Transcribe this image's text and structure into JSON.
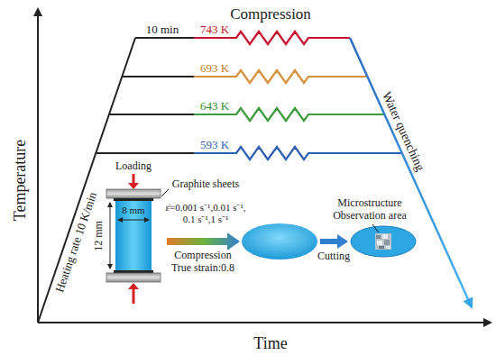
{
  "diagram": {
    "labels": [
      "Temperature",
      "Time",
      "Heating rate 10 K/min",
      "10 min",
      "Compression",
      "743 K",
      "693 K",
      "643 K",
      "593 K",
      "Water quenching",
      "Loading",
      "Graphite sheets",
      "12 mm",
      "8 mm",
      "ε̇=0.001 s⁻¹,0.01 s⁻¹, 0.1 s⁻¹,1 s⁻¹",
      "Compression True strain:0.8",
      "Cutting",
      "Microstructure Observation area"
    ]
  }
}
